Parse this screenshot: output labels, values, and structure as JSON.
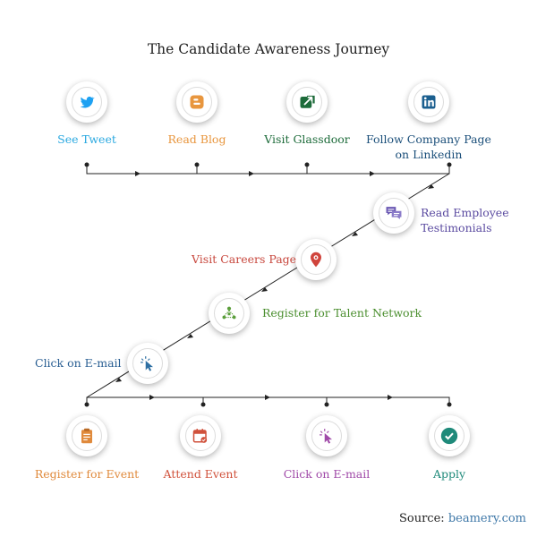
{
  "title": "The Candidate Awareness Journey",
  "colors": {
    "line": "#222222",
    "twitter": "#1da1f2",
    "blog": "#e8963e",
    "glassdoor": "#1d6b3a",
    "linkedin": "#1b5f8f",
    "testimonials": "#6a58b3",
    "careers": "#d0443c",
    "talent": "#5a9e3a",
    "email_blue": "#2d6fa3",
    "event_orange": "#e08a3c",
    "attend_red": "#d0513b",
    "email_purple": "#a04aa8",
    "apply": "#1f8a7a"
  },
  "steps": [
    {
      "label": "See Tweet",
      "icon": "twitter-icon"
    },
    {
      "label": "Read Blog",
      "icon": "blogger-icon"
    },
    {
      "label": "Visit Glassdoor",
      "icon": "glassdoor-icon"
    },
    {
      "label_line1": "Follow Company Page",
      "label_line2": "on Linkedin",
      "icon": "linkedin-icon"
    },
    {
      "label_line1": "Read Employee",
      "label_line2": "Testimonials",
      "icon": "chat-bubbles-icon"
    },
    {
      "label": "Visit Careers Page",
      "icon": "map-pin-icon"
    },
    {
      "label": "Register for Talent Network",
      "icon": "network-icon"
    },
    {
      "label": "Click on E-mail",
      "icon": "cursor-click-icon"
    },
    {
      "label": "Register for Event",
      "icon": "clipboard-icon"
    },
    {
      "label": "Attend Event",
      "icon": "calendar-icon"
    },
    {
      "label": "Click on E-mail",
      "icon": "cursor-click-icon"
    },
    {
      "label": "Apply",
      "icon": "checkmark-icon"
    }
  ],
  "source": {
    "prefix": "Source:",
    "link": "beamery.com"
  }
}
